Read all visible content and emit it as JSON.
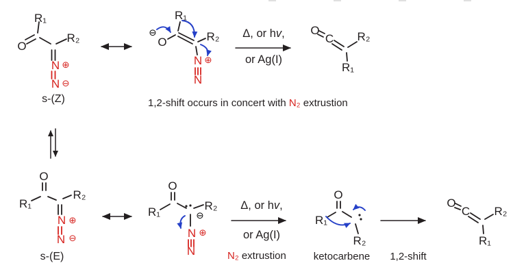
{
  "colors": {
    "ink": "#231f20",
    "red": "#d6231f",
    "blue": "#2540c8",
    "dash": "#e0e0e0"
  },
  "atoms": {
    "O": "O",
    "C": "C",
    "N": "N",
    "R1": "R₁",
    "R2": "R₂",
    "plus": "⊕",
    "minus": "⊖"
  },
  "labels": {
    "sZ": "s-(Z)",
    "sE": "s-(E)",
    "ketocarbene": "ketocarbene",
    "shift12": "1,2-shift",
    "caption_pre": "1,2-shift occurs in concert with ",
    "caption_n2": "N₂",
    "caption_post": " extrustion",
    "n2": "N₂",
    "n2_rest": " extrustion"
  },
  "conditions": {
    "line1_pre": "Δ, or h",
    "line1_nu": "v",
    "line1_post": ",",
    "line2": "or Ag(I)"
  }
}
